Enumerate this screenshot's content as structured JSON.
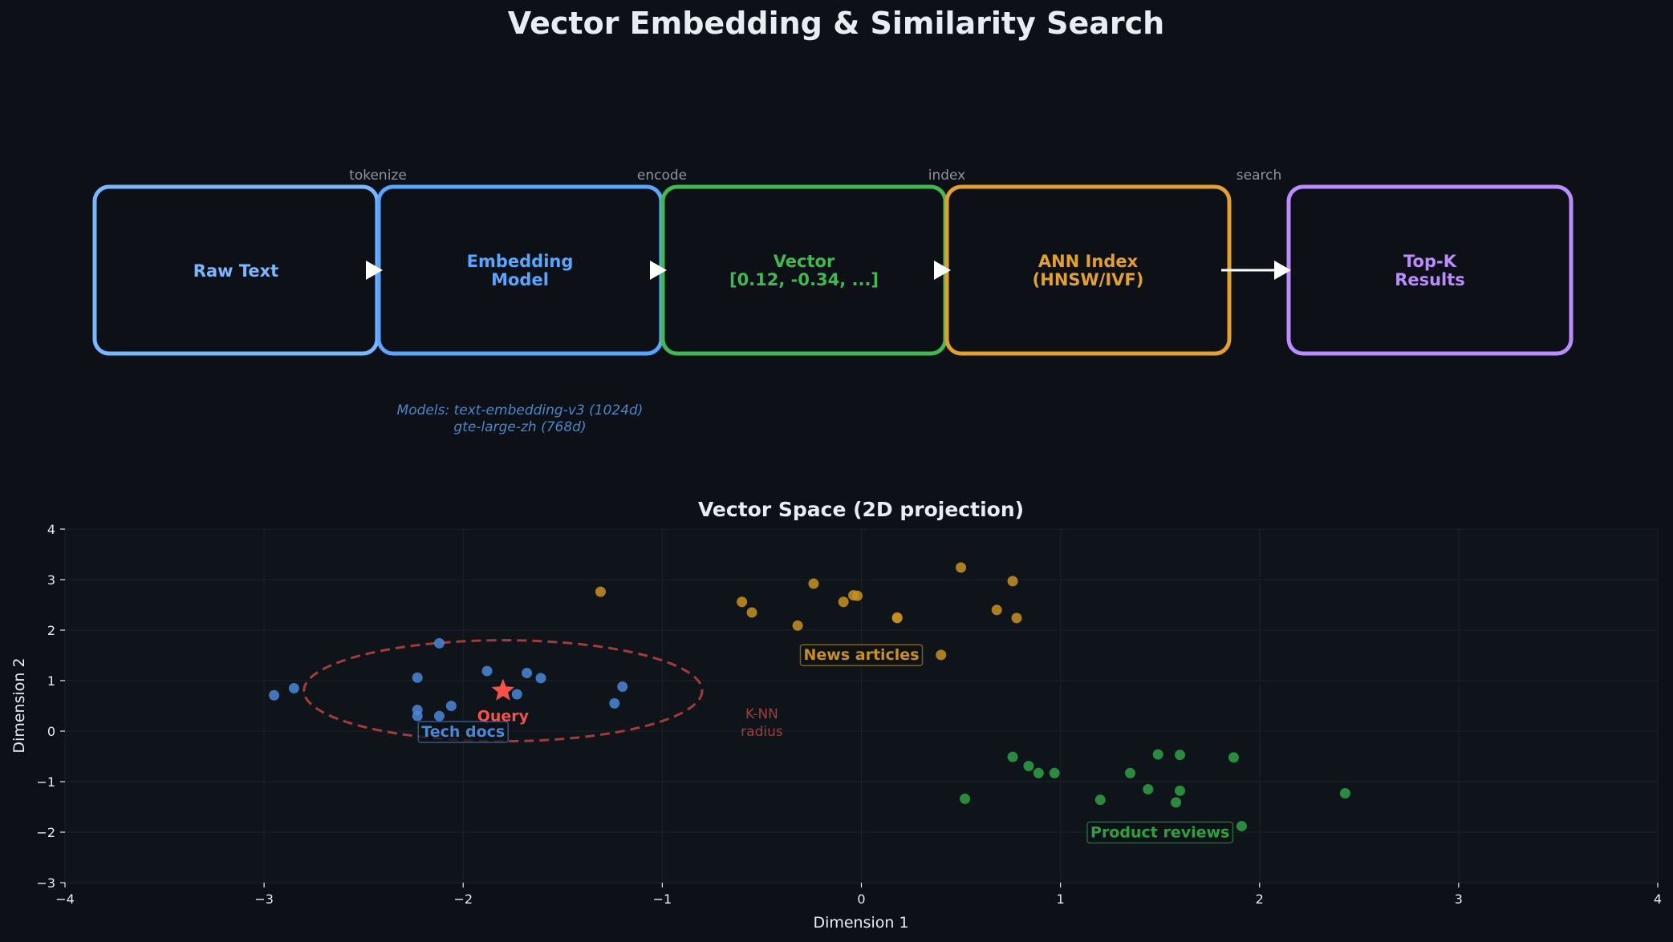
{
  "title": "Vector Embedding & Similarity Search",
  "pipeline": {
    "stages": [
      {
        "line1": "Raw Text",
        "line2": "",
        "color": "#79b8ff"
      },
      {
        "line1": "Embedding",
        "line2": "Model",
        "color": "#58a6ff"
      },
      {
        "line1": "Vector",
        "line2": "[0.12, -0.34, ...]",
        "color": "#3fb950"
      },
      {
        "line1": "ANN Index",
        "line2": "(HNSW/IVF)",
        "color": "#e3a02a"
      },
      {
        "line1": "Top-K",
        "line2": "Results",
        "color": "#bc8cff"
      }
    ],
    "edge_labels": [
      "tokenize",
      "encode",
      "index",
      "search"
    ],
    "models_note": {
      "line1": "Models: text-embedding-v3 (1024d)",
      "line2": "gte-large-zh (768d)"
    }
  },
  "chart_data": {
    "type": "scatter",
    "title": "Vector Space (2D projection)",
    "xlabel": "Dimension 1",
    "ylabel": "Dimension 2",
    "xlim": [
      -4,
      4
    ],
    "ylim": [
      -3,
      4
    ],
    "xticks": [
      "−4",
      "−3",
      "−2",
      "−1",
      "0",
      "1",
      "2",
      "3",
      "4"
    ],
    "yticks": [
      "−3",
      "−2",
      "−1",
      "0",
      "1",
      "2",
      "3",
      "4"
    ],
    "grid": true,
    "series": [
      {
        "name": "Tech docs",
        "color": "#4a86d8",
        "label_pos": [
          -2.0,
          -0.0
        ],
        "points": [
          [
            -2.95,
            0.71
          ],
          [
            -2.85,
            0.85
          ],
          [
            -2.12,
            1.74
          ],
          [
            -2.23,
            1.06
          ],
          [
            -1.88,
            1.19
          ],
          [
            -1.68,
            1.15
          ],
          [
            -1.61,
            1.05
          ],
          [
            -1.2,
            0.88
          ],
          [
            -1.24,
            0.55
          ],
          [
            -1.73,
            0.73
          ],
          [
            -2.06,
            0.5
          ],
          [
            -2.23,
            0.42
          ],
          [
            -2.23,
            0.3
          ],
          [
            -2.12,
            0.3
          ]
        ]
      },
      {
        "name": "News articles",
        "color": "#c8901e",
        "label_pos": [
          0.0,
          1.52
        ],
        "points": [
          [
            -1.31,
            2.76
          ],
          [
            -0.6,
            2.56
          ],
          [
            -0.55,
            2.35
          ],
          [
            -0.32,
            2.09
          ],
          [
            -0.24,
            2.92
          ],
          [
            -0.09,
            2.56
          ],
          [
            -0.04,
            2.69
          ],
          [
            -0.02,
            2.68
          ],
          [
            0.18,
            2.25
          ],
          [
            0.18,
            2.24
          ],
          [
            0.4,
            1.51
          ],
          [
            0.5,
            3.24
          ],
          [
            0.68,
            2.4
          ],
          [
            0.76,
            2.97
          ],
          [
            0.78,
            2.24
          ]
        ]
      },
      {
        "name": "Product reviews",
        "color": "#2ea043",
        "label_pos": [
          1.5,
          -1.99
        ],
        "points": [
          [
            0.52,
            -1.34
          ],
          [
            0.76,
            -0.51
          ],
          [
            0.84,
            -0.69
          ],
          [
            0.89,
            -0.83
          ],
          [
            0.97,
            -0.83
          ],
          [
            1.2,
            -1.36
          ],
          [
            1.35,
            -0.83
          ],
          [
            1.44,
            -1.15
          ],
          [
            1.49,
            -0.46
          ],
          [
            1.58,
            -1.41
          ],
          [
            1.6,
            -0.47
          ],
          [
            1.6,
            -1.18
          ],
          [
            1.87,
            -0.52
          ],
          [
            1.91,
            -1.88
          ],
          [
            2.43,
            -1.23
          ]
        ]
      }
    ],
    "query": {
      "label": "Query",
      "x": -1.8,
      "y": 0.8,
      "color": "#f85149"
    },
    "knn": {
      "label_line1": "K-NN",
      "label_line2": "radius",
      "center": [
        -1.8,
        0.8
      ],
      "rx": 1.0,
      "ry": 1.0,
      "color": "#a63a3a"
    }
  }
}
